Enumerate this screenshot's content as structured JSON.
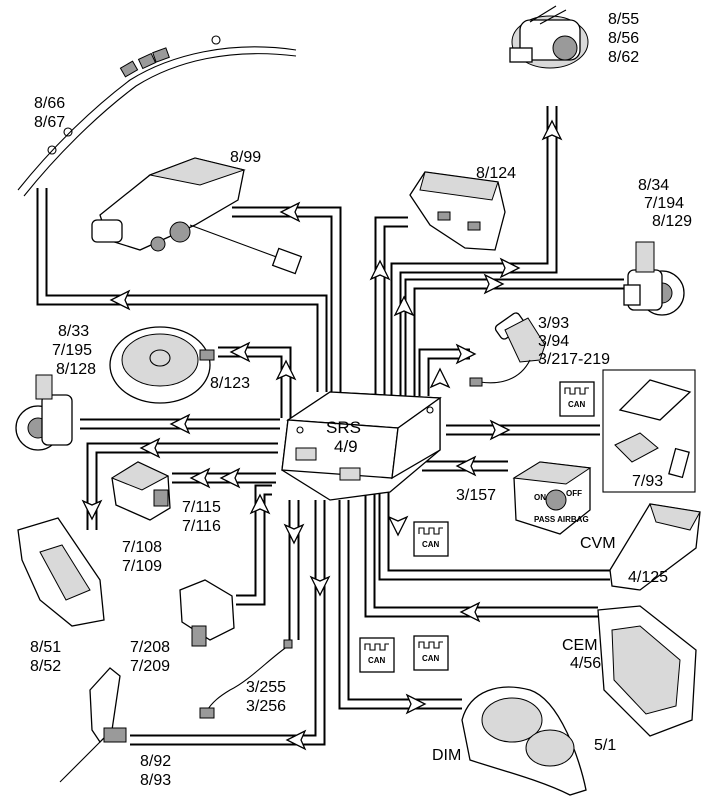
{
  "diagram": {
    "center": {
      "title": "SRS",
      "code": "4/9"
    },
    "labels": [
      {
        "id": "steering-wheel-clock",
        "lines": [
          "8/55",
          "8/56",
          "8/62"
        ]
      },
      {
        "id": "side-curtain-airbag",
        "lines": [
          "8/66",
          "8/67"
        ]
      },
      {
        "id": "steering-column",
        "lines": [
          "8/99"
        ]
      },
      {
        "id": "passenger-airbag",
        "lines": [
          "8/124"
        ]
      },
      {
        "id": "passenger-belt-tensioner",
        "lines": [
          "8/34",
          "7/194",
          "8/129"
        ]
      },
      {
        "id": "driver-belt-tensioner",
        "lines": [
          "8/33",
          "7/195",
          "8/128"
        ]
      },
      {
        "id": "driver-airbag",
        "lines": [
          "8/123"
        ]
      },
      {
        "id": "buckle-switch",
        "lines": [
          "3/93",
          "3/94",
          "3/217-219"
        ]
      },
      {
        "id": "occupant-sensor",
        "lines": [
          "7/93"
        ]
      },
      {
        "id": "side-impact-sensor-upper",
        "lines": [
          "7/115",
          "7/116"
        ]
      },
      {
        "id": "side-impact-sensor-lower",
        "lines": [
          "7/108",
          "7/109"
        ]
      },
      {
        "id": "passenger-airbag-switch",
        "lines": [
          "3/157"
        ]
      },
      {
        "id": "cvm",
        "lines": [
          "CVM",
          "4/125"
        ]
      },
      {
        "id": "side-airbag-seat",
        "lines": [
          "8/51",
          "8/52"
        ]
      },
      {
        "id": "front-impact-sensor",
        "lines": [
          "7/208",
          "7/209"
        ]
      },
      {
        "id": "seat-position-sensor",
        "lines": [
          "3/255",
          "3/256"
        ]
      },
      {
        "id": "cem",
        "lines": [
          "CEM",
          "4/56"
        ]
      },
      {
        "id": "dim-name",
        "lines": [
          "DIM"
        ]
      },
      {
        "id": "dim-code",
        "lines": [
          "5/1"
        ]
      },
      {
        "id": "knee-airbag",
        "lines": [
          "8/92",
          "8/93"
        ]
      }
    ],
    "can_badges": [
      "CAN",
      "CAN",
      "CAN",
      "CAN"
    ],
    "switch_text": {
      "on": "ON",
      "off": "OFF",
      "caption": "PASS  AIRBAG"
    }
  }
}
